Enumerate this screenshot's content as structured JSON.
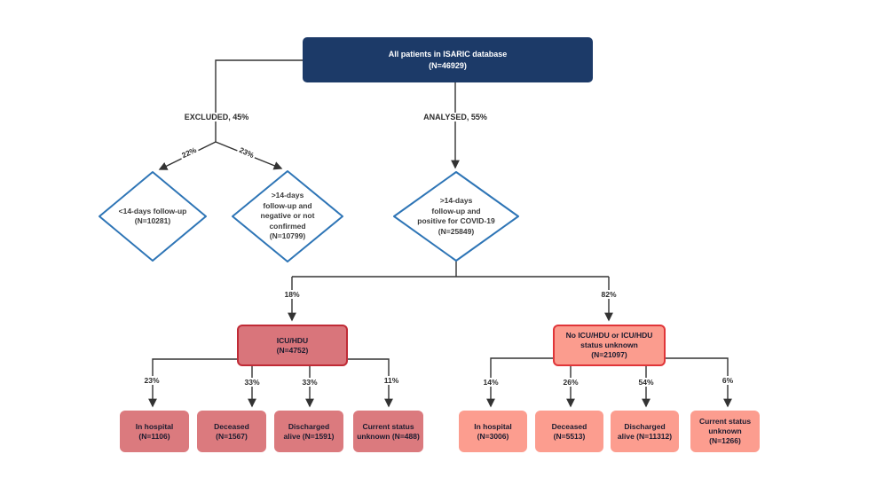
{
  "title_box": {
    "lines": [
      "All patients in ISARIC database",
      "(N=46929)"
    ]
  },
  "edges": {
    "excluded": "EXCLUDED, 45%",
    "analysed": "ANALYSED, 55%",
    "excluded_left_pct": "22%",
    "excluded_right_pct": "23%",
    "icu_pct": "18%",
    "no_icu_pct": "82%"
  },
  "diamonds": {
    "short_followup": {
      "lines": [
        "<14-days follow-up",
        "(N=10281)"
      ]
    },
    "negative": {
      "lines": [
        ">14-days",
        "follow-up and",
        "negative or not",
        "confirmed",
        "(N=10799)"
      ]
    },
    "positive": {
      "lines": [
        ">14-days",
        "follow-up and",
        "positive for COVID-19",
        "(N=25849)"
      ]
    }
  },
  "icu_box": {
    "lines": [
      "ICU/HDU",
      "(N=4752)"
    ]
  },
  "no_icu_box": {
    "lines": [
      "No ICU/HDU or ICU/HDU",
      "status unknown",
      "(N=21097)"
    ]
  },
  "icu_outcomes": [
    {
      "pct": "23%",
      "lines": [
        "In hospital",
        "(N=1106)"
      ]
    },
    {
      "pct": "33%",
      "lines": [
        "Deceased",
        "(N=1567)"
      ]
    },
    {
      "pct": "33%",
      "lines": [
        "Discharged",
        "alive (N=1591)"
      ]
    },
    {
      "pct": "11%",
      "lines": [
        "Current status",
        "unknown (N=488)"
      ]
    }
  ],
  "no_icu_outcomes": [
    {
      "pct": "14%",
      "lines": [
        "In hospital",
        "(N=3006)"
      ]
    },
    {
      "pct": "26%",
      "lines": [
        "Deceased",
        "(N=5513)"
      ]
    },
    {
      "pct": "54%",
      "lines": [
        "Discharged",
        "alive (N=11312)"
      ]
    },
    {
      "pct": "6%",
      "lines": [
        "Current status",
        "unknown",
        "(N=1266)"
      ]
    }
  ],
  "colors": {
    "navy": "#1c3a68",
    "diamond_border": "#2e75b6",
    "line_color": "#333333",
    "icu_fill": "#d9757b",
    "icu_border": "#c02b36",
    "noicu_fill": "#fb9c8e",
    "noicu_border": "#e03538",
    "outcome_left_fill": "#db7a7e",
    "outcome_right_fill": "#fc9d8f",
    "node_text": "#1b1b2f",
    "label_text": "#2b2b2b",
    "diamond_text": "#3a3a3a"
  }
}
